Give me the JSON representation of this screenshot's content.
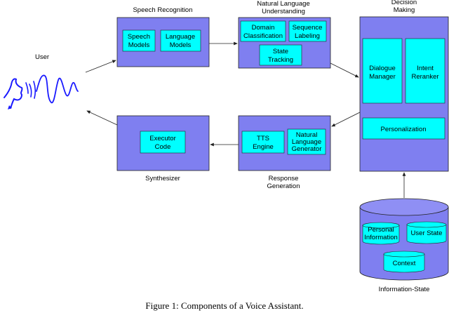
{
  "user": {
    "label": "User"
  },
  "speech_recognition": {
    "title": "Speech Recognition",
    "components": [
      {
        "lines": [
          "Speech",
          "Models"
        ]
      },
      {
        "lines": [
          "Language",
          "Models"
        ]
      }
    ]
  },
  "nlu": {
    "title_lines": [
      "Natural Language",
      "Understanding"
    ],
    "components": [
      {
        "lines": [
          "Domain",
          "Classification"
        ]
      },
      {
        "lines": [
          "Sequence",
          "Labeling"
        ]
      },
      {
        "lines": [
          "State",
          "Tracking"
        ]
      }
    ]
  },
  "decision_making": {
    "title_lines": [
      "Decision",
      "Making"
    ],
    "components": [
      {
        "lines": [
          "Dialogue",
          "Manager"
        ]
      },
      {
        "lines": [
          "Intent",
          "Reranker"
        ]
      },
      {
        "lines": [
          "Personalization"
        ]
      }
    ]
  },
  "synthesizer": {
    "title": "Synthesizer",
    "components": [
      {
        "lines": [
          "Executor",
          "Code"
        ]
      }
    ]
  },
  "response_generation": {
    "title_lines": [
      "Response",
      "Generation"
    ],
    "components": [
      {
        "lines": [
          "TTS",
          "Engine"
        ]
      },
      {
        "lines": [
          "Natural",
          "Language",
          "Generator"
        ]
      }
    ]
  },
  "information_state": {
    "title": "Information-State",
    "components": [
      {
        "lines": [
          "Personal",
          "Information"
        ]
      },
      {
        "lines": [
          "User State"
        ]
      },
      {
        "lines": [
          "Context"
        ]
      }
    ]
  },
  "caption": "Figure 1: Components of a Voice Assistant.",
  "colors": {
    "module": "#7f7ff0",
    "component": "#00ffff",
    "user_waveform": "#1a1aff"
  }
}
